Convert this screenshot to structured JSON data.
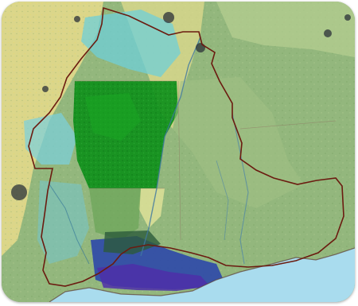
{
  "map": {
    "kind": "satellite-land-cover",
    "features": [
      "region-boundary",
      "water-body",
      "coastline",
      "river-network",
      "forest-patch",
      "wetland-area"
    ],
    "colors": {
      "water": "#a9dcee",
      "boundary": "#6b1b10",
      "forest": "#0e8f1a",
      "crop": "#f1e38a",
      "grass": "#9cbf7f",
      "wetland": "#4e2fa8",
      "marsh": "#2f4aa8",
      "urban": "#2b3138",
      "cyan": "#5fc8d4"
    }
  }
}
